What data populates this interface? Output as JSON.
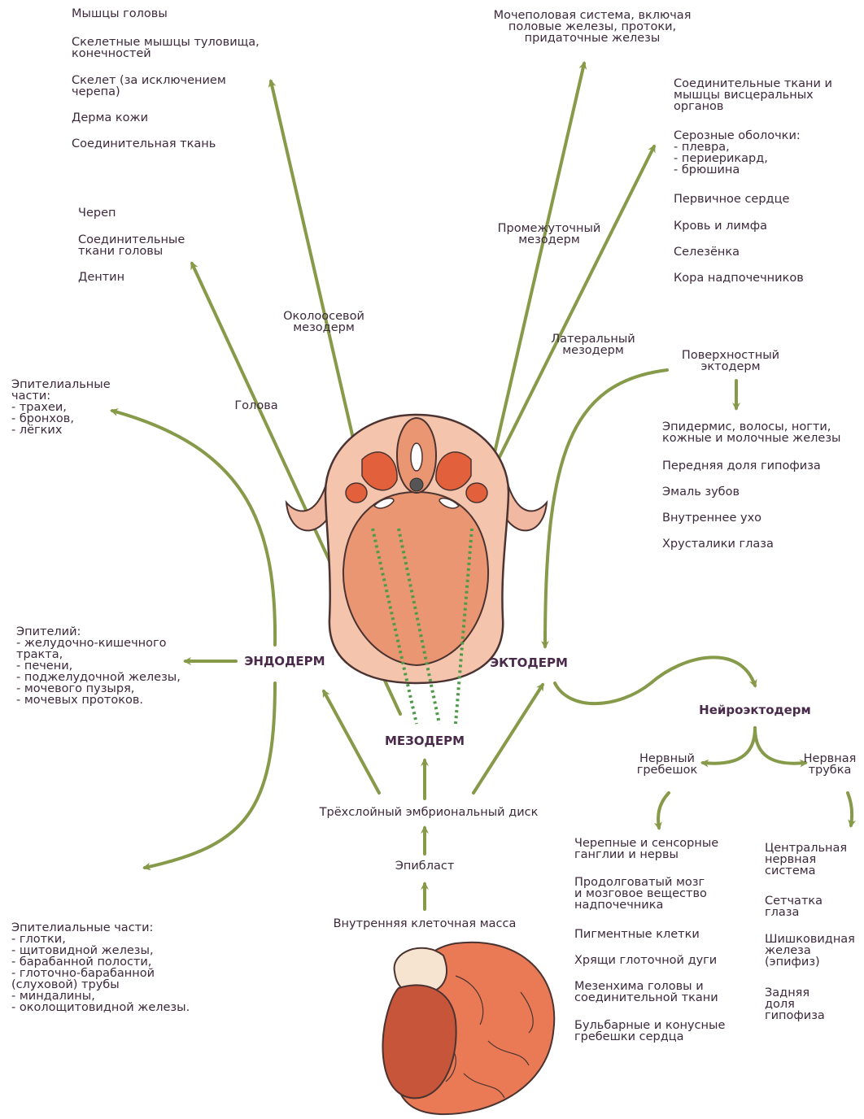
{
  "colors": {
    "arrow": "#869a4a",
    "embryo_fill": "#f2b9a2",
    "embryo_outline": "#4a3330",
    "somite": "#e2603c",
    "text": "#3d2a3a"
  },
  "hubs": {
    "endoderm": "ЭНДОДЕРМ",
    "mesoderm": "МЕЗОДЕРМ",
    "ectoderm": "ЭКТОДЕРМ",
    "neuroectoderm": "Нейроэктодерм"
  },
  "stages": {
    "trilaminar_disc": "Трёхслойный эмбриональный диск",
    "epiblast": "Эпибласт",
    "inner_cell_mass": "Внутренняя клеточная масса"
  },
  "mesoderm_branches": {
    "paraxial": "Околоосевой\nмезодерм",
    "head": "Голова",
    "intermediate": "Промежуточный\nмезодерм",
    "lateral": "Латеральный\nмезодерм"
  },
  "paraxial_derivatives": [
    "Мышцы головы",
    "Скелетные мышцы туловища,\nконечностей",
    "Скелет (за исключением\nчерепа)",
    "Дерма кожи",
    "Соединительная ткань"
  ],
  "head_derivatives": [
    "Череп",
    "Соединительные\nткани головы",
    "Дентин"
  ],
  "intermediate_derivatives": "Мочеполовая система, включая\nполовые железы, протоки,\nпридаточные железы",
  "lateral_derivatives": [
    "Соединительные ткани и\nмышцы висцеральных\nорганов",
    "Серозные оболочки:\n- плевра,\n- периерикард,\n- брюшина",
    "Первичное сердце",
    "Кровь и лимфа",
    "Селезёнка",
    "Кора надпочечников"
  ],
  "surface_ectoderm": {
    "label": "Поверхностный\nэктодерм",
    "derivatives": [
      "Эпидермис, волосы, ногти,\nкожные и молочные железы",
      "Передняя доля гипофиза",
      "Эмаль зубов",
      "Внутреннее ухо",
      "Хрусталики глаза"
    ]
  },
  "endoderm_derivatives": {
    "respiratory": "Эпителиальные\nчасти:\n- трахеи,\n- бронхов,\n- лёгких",
    "digestive": "Эпителий:\n- желудочно-кишечного\n  тракта,\n- печени,\n- поджелудочной железы,\n- мочевого пузыря,\n- мочевых протоков.",
    "pharyngeal": "Эпителиальные части:\n- глотки,\n- щитовидной железы,\n- барабанной полости,\n- глоточно-барабанной\n  (слуховой) трубы\n- миндалины,\n- околощитовидной железы."
  },
  "neural_crest": {
    "label": "Нервный\nгребешок",
    "derivatives": [
      "Черепные и сенсорные\nганглии и нервы",
      "Продолговатый мозг\nи мозговое вещество\nнадпочечника",
      "Пигментные клетки",
      "Хрящи глоточной дуги",
      "Мезенхима головы и\nсоединительной ткани",
      "Бульбарные и конусные\nгребешки сердца"
    ]
  },
  "neural_tube": {
    "label": "Нервная\nтрубка",
    "derivatives": [
      "Центральная\nнервная\nсистема",
      "Сетчатка\nглаза",
      "Шишковидная\nжелеза\n(эпифиз)",
      "Задняя\nдоля\nгипофиза"
    ]
  }
}
